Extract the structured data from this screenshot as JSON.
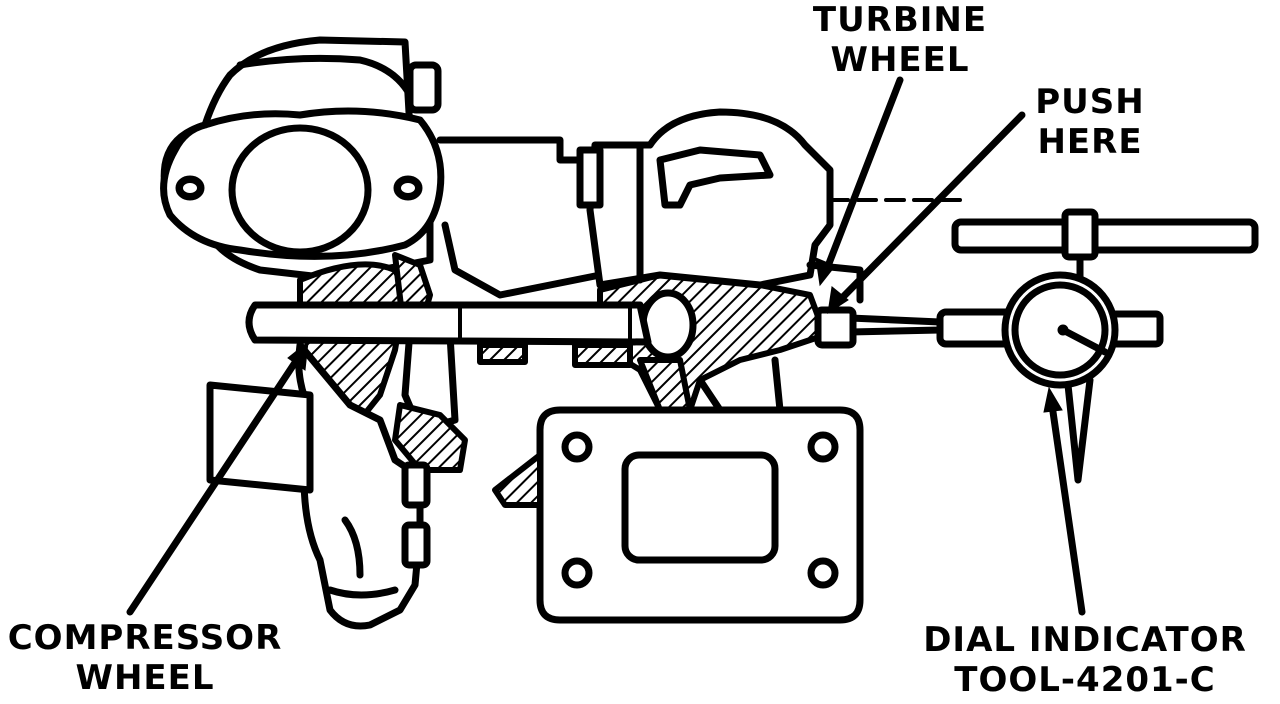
{
  "labels": {
    "turbine_line1": "TURBINE",
    "turbine_line2": "WHEEL",
    "push_line1": "PUSH",
    "push_line2": "HERE",
    "compressor_line1": "COMPRESSOR",
    "compressor_line2": "WHEEL",
    "dial_line1": "DIAL INDICATOR",
    "dial_line2": "TOOL-4201-C"
  }
}
